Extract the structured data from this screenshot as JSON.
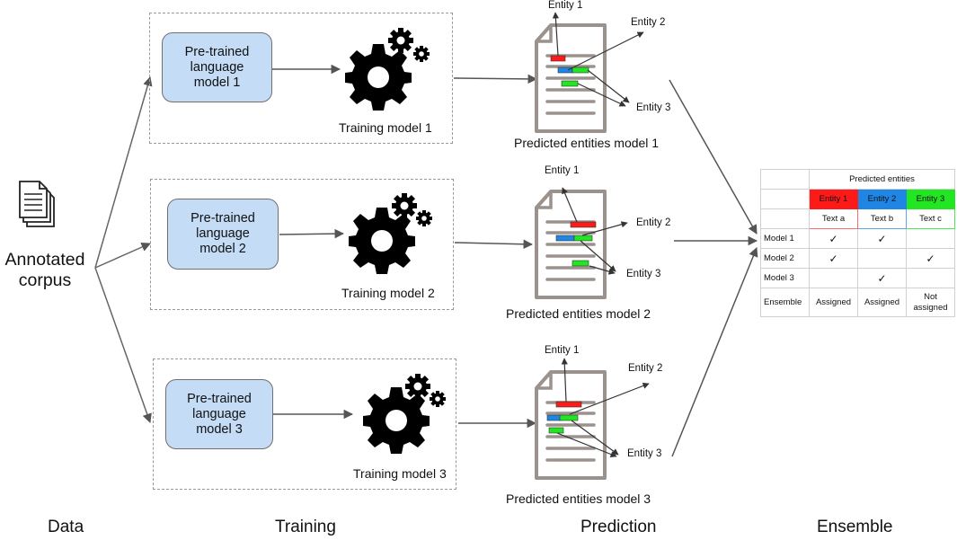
{
  "column_labels": {
    "data": "Data",
    "training": "Training",
    "prediction": "Prediction",
    "ensemble": "Ensemble"
  },
  "corpus": {
    "label_line1": "Annotated",
    "label_line2": "corpus"
  },
  "pipelines": [
    {
      "lm_line1": "Pre-trained",
      "lm_line2": "language",
      "lm_line3": "model 1",
      "training_label": "Training model 1",
      "predicted_label": "Predicted entities model 1",
      "entity1": "Entity 1",
      "entity2": "Entity 2",
      "entity3": "Entity 3"
    },
    {
      "lm_line1": "Pre-trained",
      "lm_line2": "language",
      "lm_line3": "model 2",
      "training_label": "Training model 2",
      "predicted_label": "Predicted entities model 2",
      "entity1": "Entity 1",
      "entity2": "Entity 2",
      "entity3": "Entity 3"
    },
    {
      "lm_line1": "Pre-trained",
      "lm_line2": "language",
      "lm_line3": "model 3",
      "training_label": "Training model 3",
      "predicted_label": "Predicted entities model 3",
      "entity1": "Entity 1",
      "entity2": "Entity 2",
      "entity3": "Entity 3"
    }
  ],
  "table": {
    "header": "Predicted entities",
    "entity_headers": [
      "Entity 1",
      "Entity 2",
      "Entity 3"
    ],
    "entity_colors": [
      "#ff1a1a",
      "#1f86e6",
      "#22e622"
    ],
    "texts": [
      "Text a",
      "Text b",
      "Text c"
    ],
    "rows": [
      {
        "label": "Model 1",
        "cells": [
          "✓",
          "✓",
          ""
        ]
      },
      {
        "label": "Model 2",
        "cells": [
          "✓",
          "",
          "✓"
        ]
      },
      {
        "label": "Model 3",
        "cells": [
          "",
          "✓",
          ""
        ]
      }
    ],
    "ensemble": {
      "label": "Ensemble",
      "cells": [
        "Assigned",
        "Assigned",
        "Not assigned"
      ]
    }
  },
  "colors": {
    "lm_fill": "#c5dcf6",
    "doc_stroke": "#9b928d",
    "red": "#ff1a1a",
    "blue": "#1f86e6",
    "green": "#22e622"
  },
  "icons": {
    "corpus": "document-stack-icon",
    "gear": "gear-icon",
    "document": "document-icon"
  }
}
